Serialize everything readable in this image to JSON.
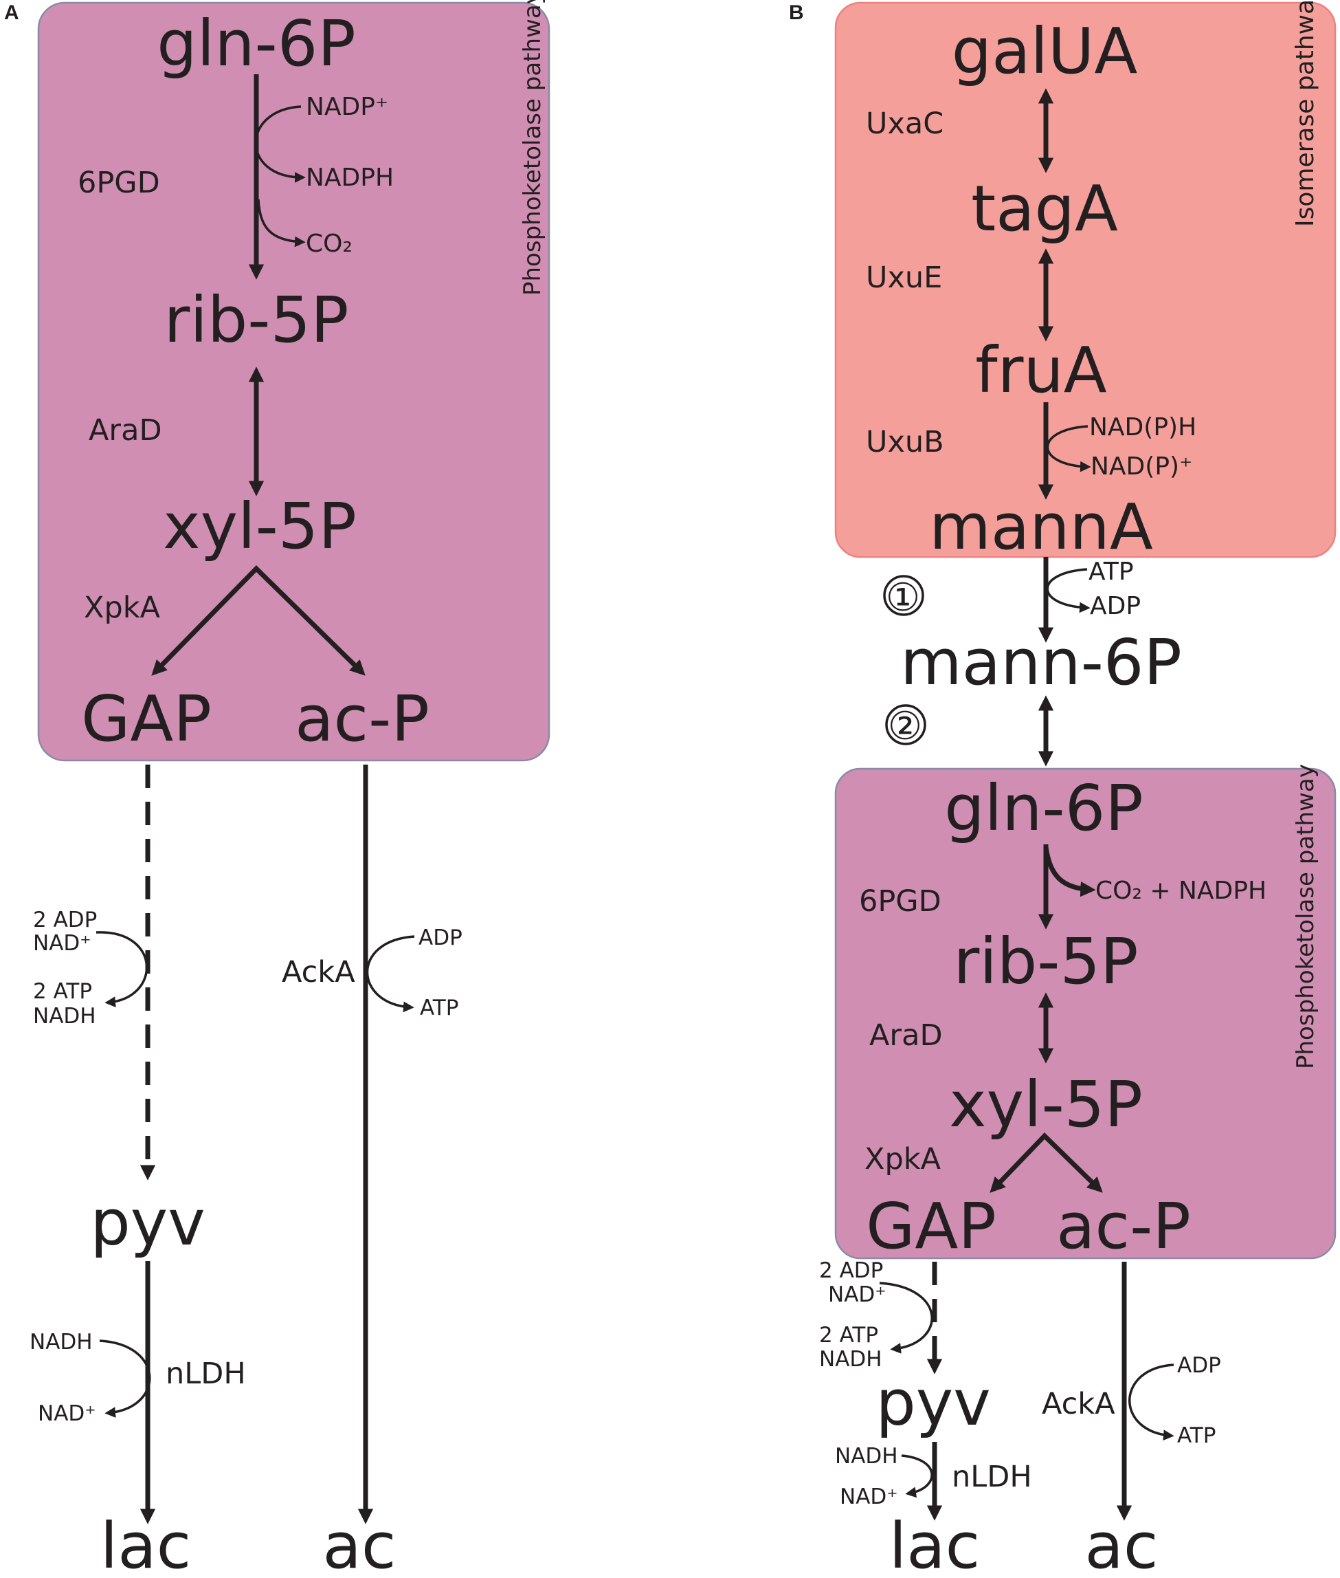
{
  "colors": {
    "phosphoketolase_box": "#d08eb3",
    "phosphoketolase_border": "#8a8aa8",
    "isomerase_box": "#f59f9b",
    "isomerase_border": "#ef8080",
    "ink": "#231f20"
  },
  "panel_a": {
    "label": "A",
    "box_title": "Phosphoketolase pathway",
    "metabolites": {
      "gln6p": "gln-6P",
      "rib5p": "rib-5P",
      "xyl5p": "xyl-5P",
      "gap": "GAP",
      "acp": "ac-P",
      "pyv": "pyv",
      "lac": "lac",
      "ac": "ac"
    },
    "enzymes": {
      "pgd": "6PGD",
      "arad": "AraD",
      "xpka": "XpkA",
      "acka": "AckA",
      "nldh": "nLDH"
    },
    "cofactors": {
      "nadp": "NADP⁺",
      "nadph": "NADPH",
      "co2": "CO₂",
      "two_adp": "2 ADP",
      "nad_plus_1": "NAD⁺",
      "two_atp": "2 ATP",
      "nadh_1": "NADH",
      "adp": "ADP",
      "atp": "ATP",
      "nadh_2": "NADH",
      "nad_plus_2": "NAD⁺"
    }
  },
  "panel_b": {
    "label": "B",
    "isomerase_title": "Isomerase pathway",
    "phospho_title": "Phosphoketolase pathway",
    "metabolites": {
      "galua": "galUA",
      "taga": "tagA",
      "frua": "fruA",
      "manna": "mannA",
      "mann6p": "mann-6P",
      "gln6p": "gln-6P",
      "rib5p": "rib-5P",
      "xyl5p": "xyl-5P",
      "gap": "GAP",
      "acp": "ac-P",
      "pyv": "pyv",
      "lac": "lac",
      "ac": "ac"
    },
    "enzymes": {
      "uxac": "UxaC",
      "uxue": "UxuE",
      "uxub": "UxuB",
      "step1": "①",
      "step2": "②",
      "pgd": "6PGD",
      "arad": "AraD",
      "xpka": "XpkA",
      "acka": "AckA",
      "nldh": "nLDH"
    },
    "cofactors": {
      "nadph_h": "NAD(P)H",
      "nadp_plus": "NAD(P)⁺",
      "atp_1": "ATP",
      "adp_1": "ADP",
      "co2_nadph": "CO₂ + NADPH",
      "two_adp": "2 ADP",
      "nad_plus_1": "NAD⁺",
      "two_atp": "2 ATP",
      "nadh_1": "NADH",
      "adp_2": "ADP",
      "atp_2": "ATP",
      "nadh_2": "NADH",
      "nad_plus_2": "NAD⁺"
    }
  }
}
